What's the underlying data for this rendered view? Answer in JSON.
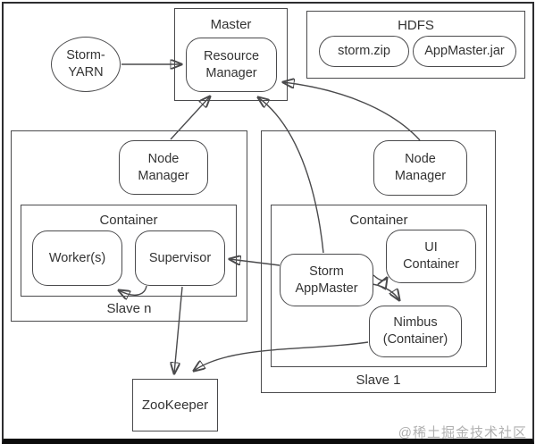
{
  "colors": {
    "line": "#4a4a4c",
    "text": "#333333",
    "background": "#ffffff",
    "watermark": "#b0b0b0",
    "bottom_bar": "#0c0c0c"
  },
  "watermark": "@稀土掘金技术社区",
  "nodes": {
    "storm_yarn": "Storm-\nYARN",
    "master_title": "Master",
    "resource_manager": "Resource\nManager",
    "hdfs_title": "HDFS",
    "storm_zip": "storm.zip",
    "appmaster_jar": "AppMaster.jar",
    "node_manager_left": "Node\nManager",
    "node_manager_right": "Node\nManager",
    "container_left_title": "Container",
    "container_right_title": "Container",
    "workers": "Worker(s)",
    "supervisor": "Supervisor",
    "storm_appmaster": "Storm\nAppMaster",
    "ui_container": "UI\nContainer",
    "nimbus": "Nimbus\n(Container)",
    "slave_n_label": "Slave n",
    "slave_1_label": "Slave 1",
    "zookeeper": "ZooKeeper"
  },
  "edges": [
    {
      "from": "storm-yarn",
      "to": "resource-manager"
    },
    {
      "from": "node-manager-left",
      "to": "resource-manager"
    },
    {
      "from": "storm-appmaster",
      "to": "resource-manager"
    },
    {
      "from": "node-manager-right",
      "to": "resource-manager"
    },
    {
      "from": "storm-appmaster",
      "to": "supervisor"
    },
    {
      "from": "supervisor",
      "to": "workers"
    },
    {
      "from": "supervisor",
      "to": "zookeeper"
    },
    {
      "from": "nimbus",
      "to": "zookeeper"
    },
    {
      "from": "storm-appmaster",
      "to": "ui-container"
    },
    {
      "from": "storm-appmaster",
      "to": "nimbus"
    }
  ]
}
